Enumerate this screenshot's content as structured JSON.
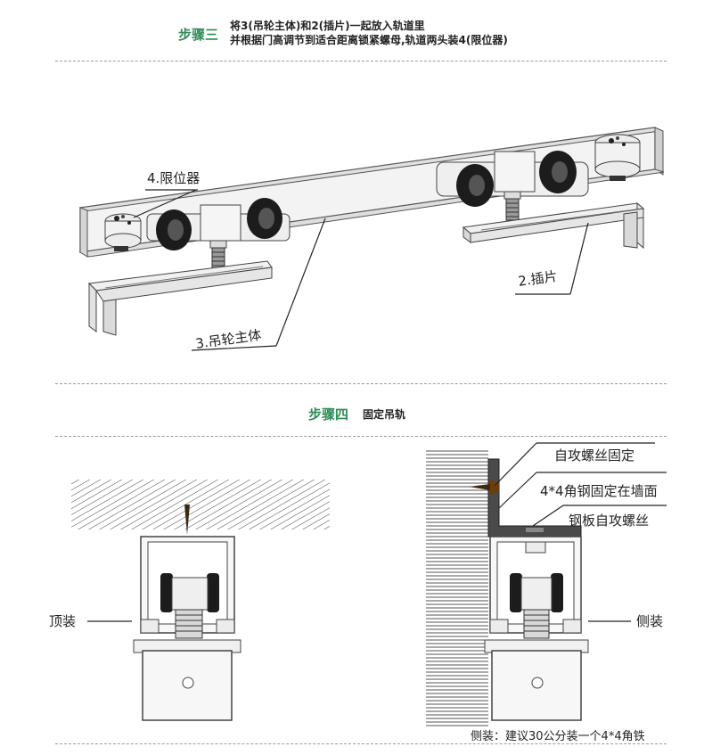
{
  "step3": {
    "title": "步骤三",
    "line1": "将3(吊轮主体)和2(插片)一起放入轨道里",
    "line2": "并根据门高调节到适合距离锁紧螺母,轨道两头装4(限位器)"
  },
  "diagram_top": {
    "label_stopper": "4.限位器",
    "label_insert": "2.插片",
    "label_body": "3.吊轮主体"
  },
  "step4": {
    "title": "步骤四",
    "subtitle": "固定吊轨"
  },
  "diagram_bottom": {
    "label_top_mount": "顶装",
    "label_side_mount": "侧装",
    "label_screw": "自攻螺丝固定",
    "label_angle": "4*4角钢固定在墙面",
    "label_plate_screw": "钢板自攻螺丝",
    "footnote": "侧装：建议30公分装一个4*4角铁"
  },
  "colors": {
    "accent_green": "#2e8b57",
    "text_dark": "#222222",
    "line_gray": "#9a9a9a"
  }
}
